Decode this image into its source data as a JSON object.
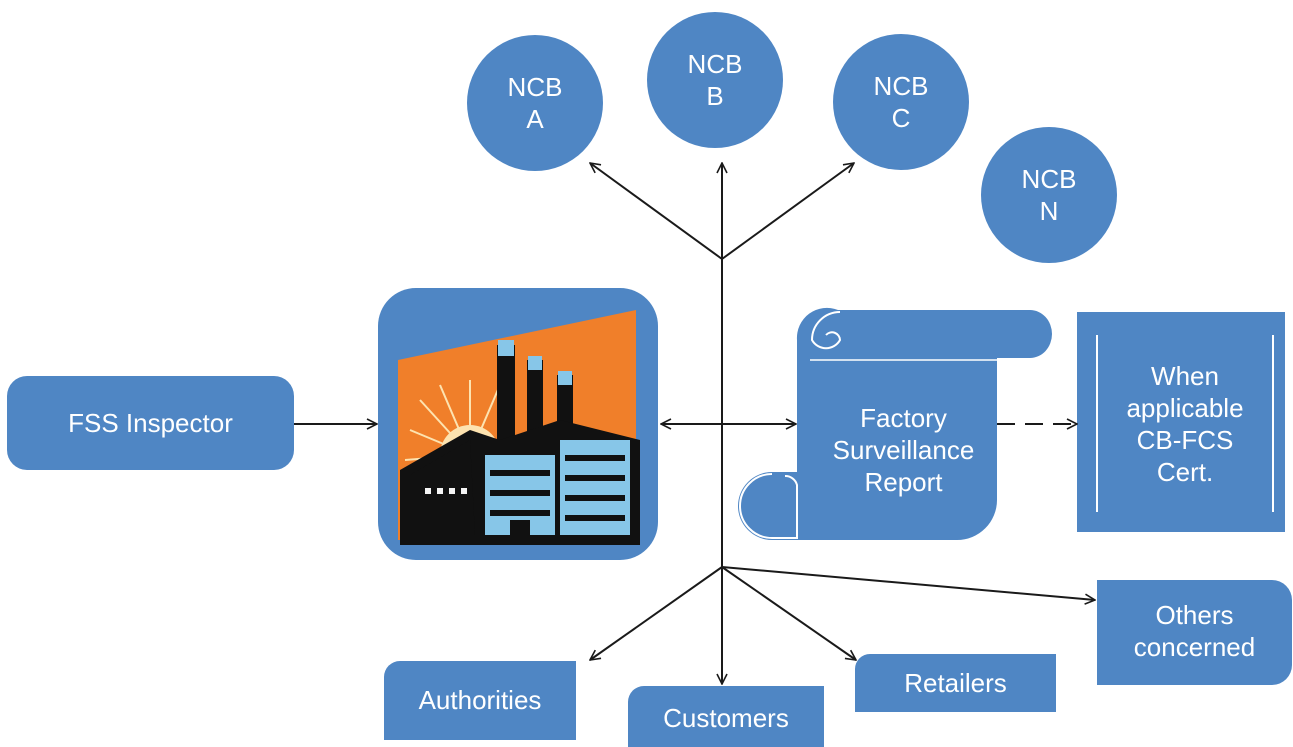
{
  "colors": {
    "node_fill": "#4f86c4",
    "node_text": "#ffffff",
    "connector": "#1a1a1a",
    "factory_orange": "#f07f2a",
    "factory_sky": "#87c6e8",
    "factory_silhouette": "#111111"
  },
  "ncb_nodes": [
    {
      "line1": "NCB",
      "line2": "A"
    },
    {
      "line1": "NCB",
      "line2": "B"
    },
    {
      "line1": "NCB",
      "line2": "C"
    },
    {
      "line1": "NCB",
      "line2": "N"
    }
  ],
  "inspector": {
    "label": "FSS Inspector"
  },
  "factory": {
    "icon": "factory-icon"
  },
  "report": {
    "line1": "Factory",
    "line2": "Surveillance",
    "line3": "Report"
  },
  "certificate": {
    "line1": "When",
    "line2": "applicable",
    "line3": "CB-FCS",
    "line4": "Cert."
  },
  "recipients": {
    "authorities": "Authorities",
    "customers": "Customers",
    "retailers": "Retailers",
    "others_line1": "Others",
    "others_line2": "concerned"
  }
}
